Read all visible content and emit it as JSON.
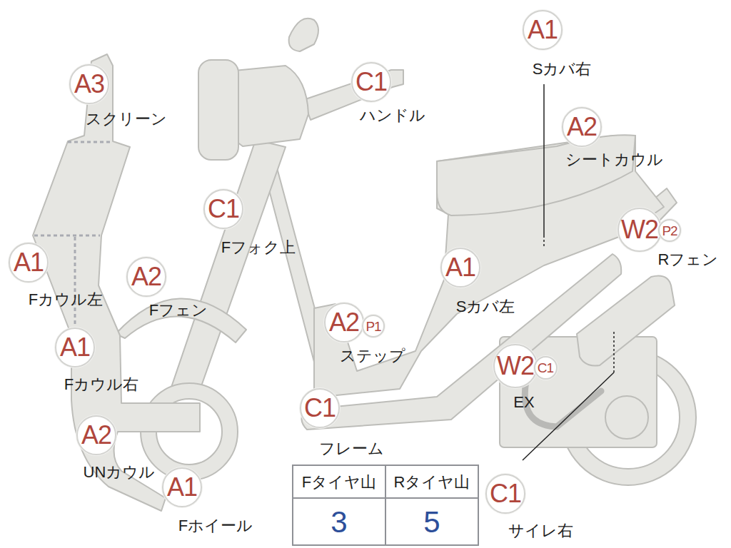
{
  "diagram": {
    "nodes": [
      {
        "text": [
          "A3",
          "スクリーン"
        ]
      },
      {
        "text": [
          "C1",
          "ハンドル"
        ]
      },
      {
        "text": [
          "A1",
          "Sカバ右"
        ]
      },
      {
        "text": [
          "A2",
          "シートカウル"
        ]
      },
      {
        "text": [
          "C1",
          "Fフォク上"
        ]
      },
      {
        "text": [
          "W2",
          "Rフェン"
        ]
      },
      {
        "text": [
          "P2"
        ]
      },
      {
        "text": [
          "A1",
          "Fカウル左"
        ]
      },
      {
        "text": [
          "A2",
          "Fフェン"
        ]
      },
      {
        "text": [
          "A1",
          "Sカバ左"
        ]
      },
      {
        "text": [
          "A2",
          "ステップ"
        ]
      },
      {
        "text": [
          "P1"
        ]
      },
      {
        "text": [
          "A1",
          "Fカウル右"
        ]
      },
      {
        "text": [
          "W2",
          "EX"
        ]
      },
      {
        "text": [
          "C1"
        ]
      },
      {
        "text": [
          "C1",
          "フレーム"
        ]
      },
      {
        "text": [
          "A2",
          "UNカウル"
        ]
      },
      {
        "text": [
          "A1",
          "Fホイール"
        ]
      },
      {
        "text": [
          "C1",
          "サイレ右"
        ]
      }
    ],
    "labels": [
      "Fタイヤ山",
      "Rタイヤ山",
      "3",
      "5"
    ]
  }
}
